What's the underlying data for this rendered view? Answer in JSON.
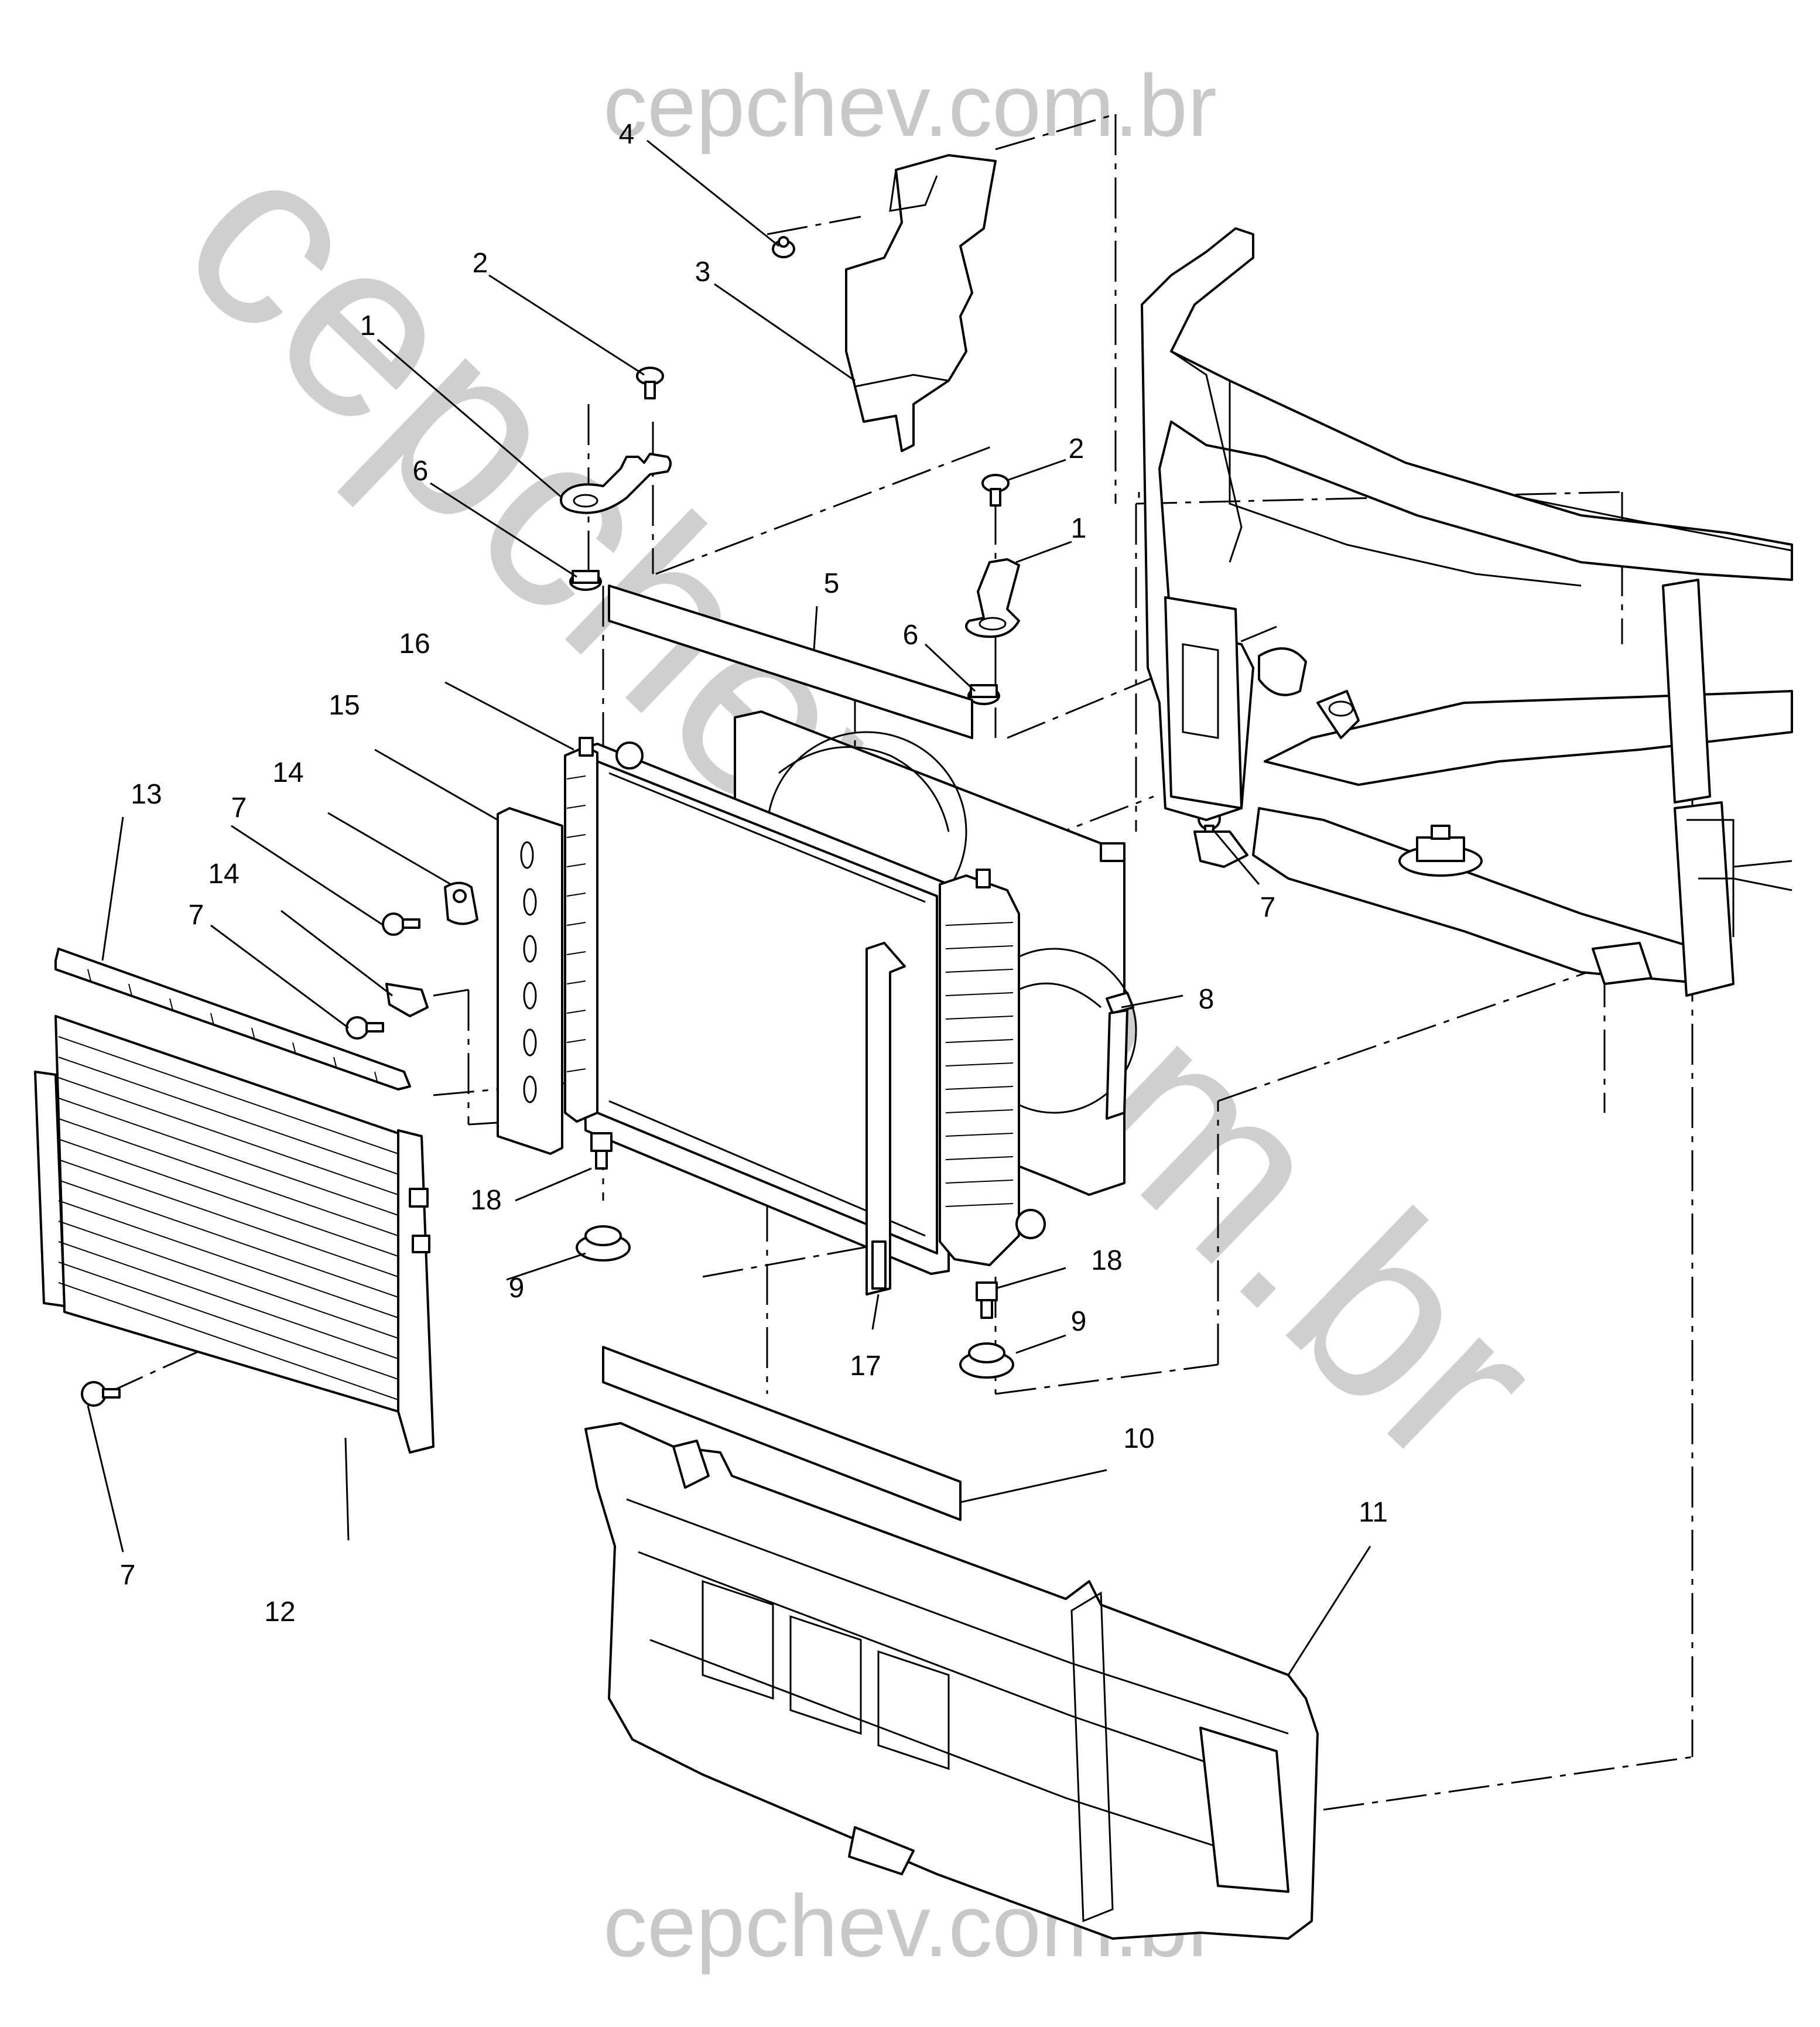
{
  "watermark": {
    "top": "cepchev.com.br",
    "bottom": "cepchev.com.br",
    "diagonal": "cepchev.com.br"
  },
  "colors": {
    "line": "#000000",
    "watermark": "#c8c8c8",
    "background": "#ffffff"
  },
  "callouts": [
    {
      "id": "c1a",
      "label": "1"
    },
    {
      "id": "c1b",
      "label": "1"
    },
    {
      "id": "c2a",
      "label": "2"
    },
    {
      "id": "c2b",
      "label": "2"
    },
    {
      "id": "c3",
      "label": "3"
    },
    {
      "id": "c4",
      "label": "4"
    },
    {
      "id": "c5",
      "label": "5"
    },
    {
      "id": "c6a",
      "label": "6"
    },
    {
      "id": "c6b",
      "label": "6"
    },
    {
      "id": "c7a",
      "label": "7"
    },
    {
      "id": "c7b",
      "label": "7"
    },
    {
      "id": "c7c",
      "label": "7"
    },
    {
      "id": "c7d",
      "label": "7"
    },
    {
      "id": "c8",
      "label": "8"
    },
    {
      "id": "c9a",
      "label": "9"
    },
    {
      "id": "c9b",
      "label": "9"
    },
    {
      "id": "c10",
      "label": "10"
    },
    {
      "id": "c11",
      "label": "11"
    },
    {
      "id": "c12",
      "label": "12"
    },
    {
      "id": "c13",
      "label": "13"
    },
    {
      "id": "c14a",
      "label": "14"
    },
    {
      "id": "c14b",
      "label": "14"
    },
    {
      "id": "c15",
      "label": "15"
    },
    {
      "id": "c16",
      "label": "16"
    },
    {
      "id": "c17",
      "label": "17"
    },
    {
      "id": "c18a",
      "label": "18"
    },
    {
      "id": "c18b",
      "label": "18"
    }
  ]
}
